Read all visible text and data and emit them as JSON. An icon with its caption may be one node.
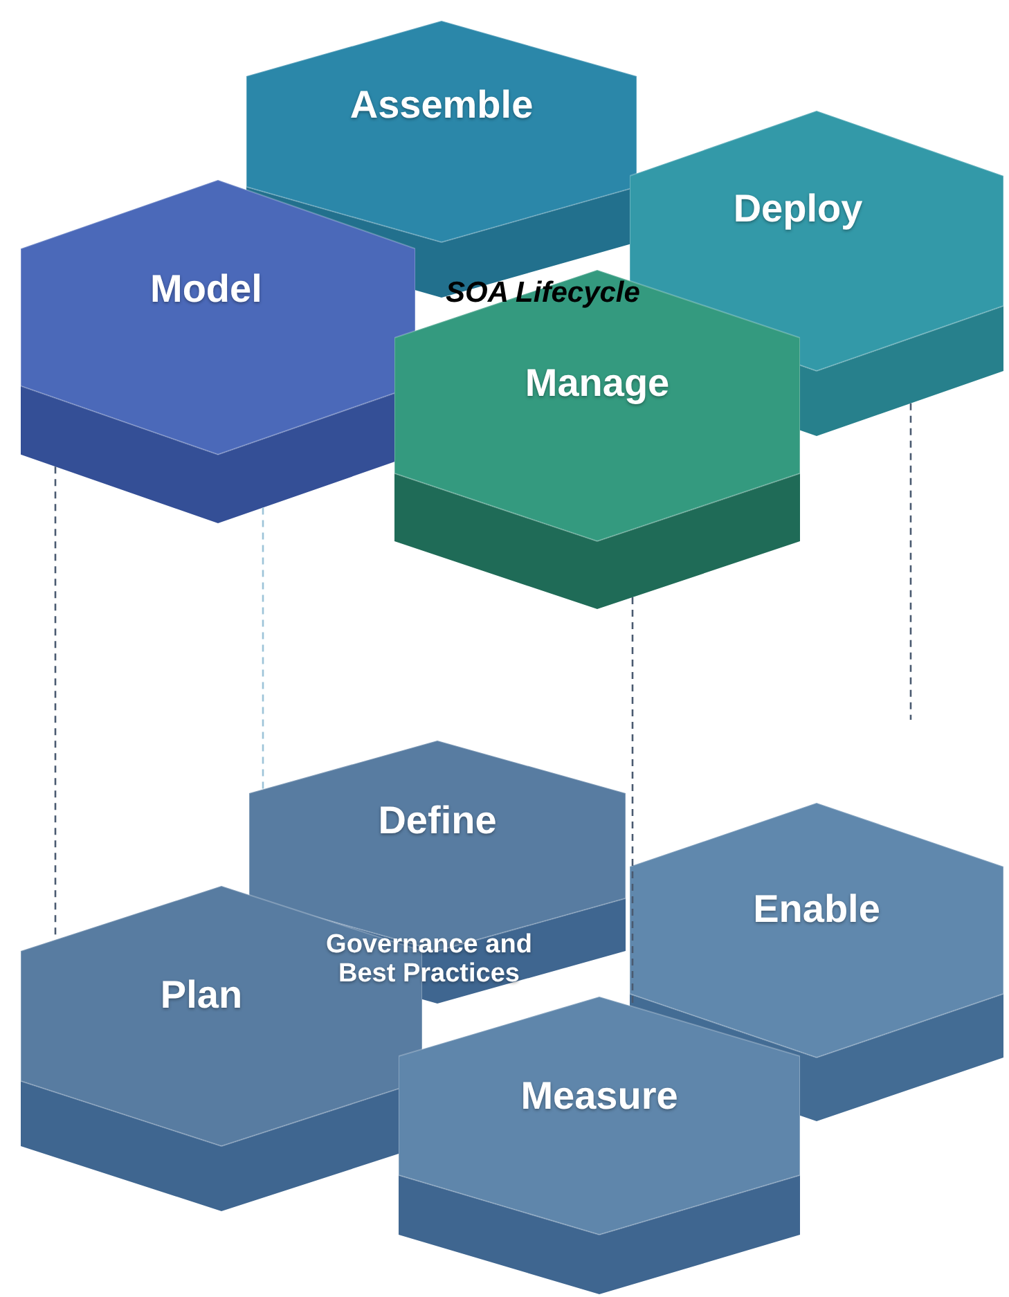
{
  "diagram": {
    "nodes": [
      {
        "text": [
          "Assemble"
        ]
      },
      {
        "text": [
          "Deploy"
        ]
      },
      {
        "text": [
          "Model"
        ]
      },
      {
        "text": [
          "Manage"
        ]
      },
      {
        "text": [
          "Define"
        ]
      },
      {
        "text": [
          "Enable"
        ]
      },
      {
        "text": [
          "Plan"
        ]
      },
      {
        "text": [
          "Measure"
        ]
      }
    ],
    "edges": [
      {
        "from": 2,
        "to": 6,
        "arrow": "none",
        "style": "dashed"
      },
      {
        "from": 2,
        "to": 4,
        "arrow": "none",
        "style": "dashed",
        "color": "#9cc3d8"
      },
      {
        "from": 3,
        "to": 7,
        "arrow": "none",
        "style": "dashed"
      },
      {
        "from": 1,
        "to": null,
        "arrow": "none",
        "style": "dashed"
      }
    ],
    "labels": [
      "SOA Lifecycle",
      "Governance and Best Practices"
    ]
  }
}
